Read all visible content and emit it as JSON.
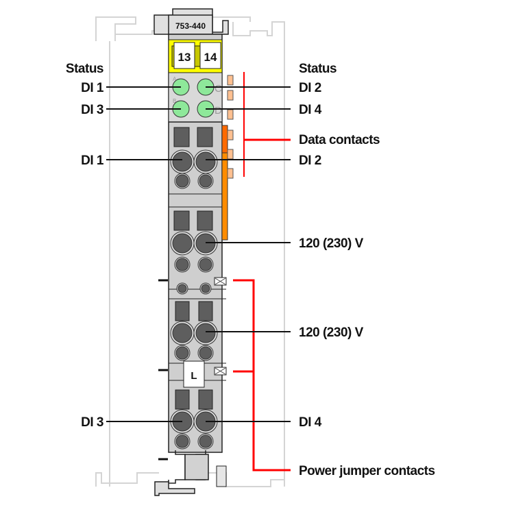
{
  "diagram": {
    "module": {
      "part_number": "753-440",
      "marker_left": "13",
      "marker_right": "14",
      "center_marker": "L",
      "led_letters": [
        "A",
        "B",
        "C",
        "D"
      ]
    },
    "labels": {
      "status_left": "Status",
      "status_right": "Status",
      "led_di1": "DI 1",
      "led_di3": "DI 3",
      "led_di2": "DI 2",
      "led_di4": "DI 4",
      "data_contacts": "Data contacts",
      "conn_di1": "DI 1",
      "conn_di2": "DI 2",
      "voltage_1": "120 (230) V",
      "voltage_2": "120 (230) V",
      "conn_di3": "DI 3",
      "conn_di4": "DI 4",
      "power_jumper": "Power jumper contacts"
    },
    "colors": {
      "led_green": "#8ee89a",
      "marker_yellow": "#ffff00",
      "data_contact_orange": "#ff8c00",
      "callout_red": "#ff0000",
      "housing_gray": "#cfcfcf",
      "connector_dark": "#5e5e5e"
    }
  }
}
